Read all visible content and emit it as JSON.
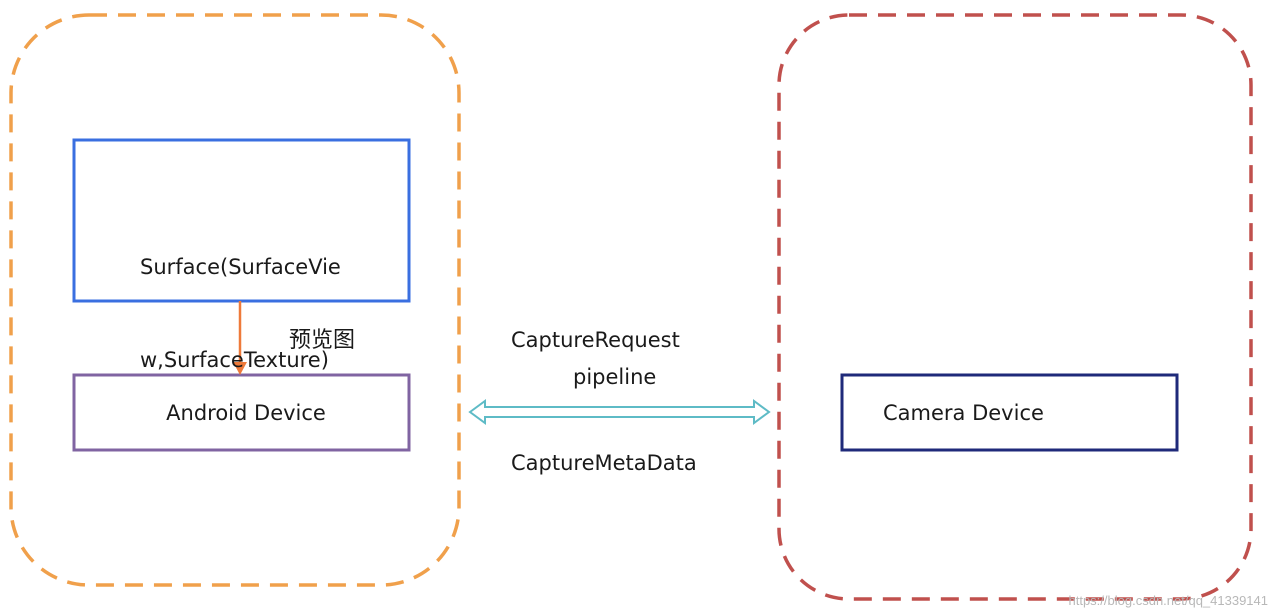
{
  "colors": {
    "left_container": "#F0A04B",
    "right_container": "#C0504D",
    "surface_box": "#3A6FE0",
    "android_box": "#8064A2",
    "camera_box": "#1F2A7A",
    "preview_arrow": "#EE7A3A",
    "pipeline_arrow": "#5EBBC6"
  },
  "nodes": {
    "surface": {
      "line1": "Surface(SurfaceVie",
      "line2": "w,SurfaceTexture)"
    },
    "android_device": "Android Device",
    "camera_device": "Camera Device"
  },
  "edges": {
    "preview_label": "预览图",
    "pipeline_top_label": "CaptureRequest",
    "pipeline_middle_label": "pipeline",
    "pipeline_bottom_label": "CaptureMetaData"
  },
  "watermark": "https://blog.csdn.net/qq_41339141"
}
